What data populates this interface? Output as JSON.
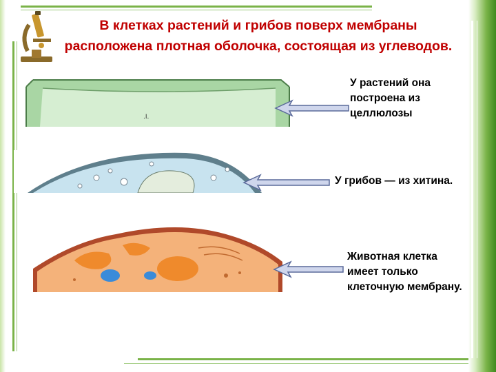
{
  "slide": {
    "title": "В клетках растений и грибов поверх мембраны расположена плотная оболочка, состоящая из углеводов.",
    "plant_caption": "У растений она построена из целлюлозы",
    "fungi_caption": "У грибов — из хитина.",
    "animal_caption": "Животная клетка имеет только клеточную мембрану."
  },
  "icons": {
    "microscope": "microscope-icon"
  },
  "colors": {
    "title": "#c00000",
    "accent_green": "#3f8a1e",
    "plant_wall": "#a9d6a4",
    "fungi_cell": "#c8e3ef",
    "animal_cell": "#f4b27a",
    "arrow_fill": "#cfd6ec"
  }
}
